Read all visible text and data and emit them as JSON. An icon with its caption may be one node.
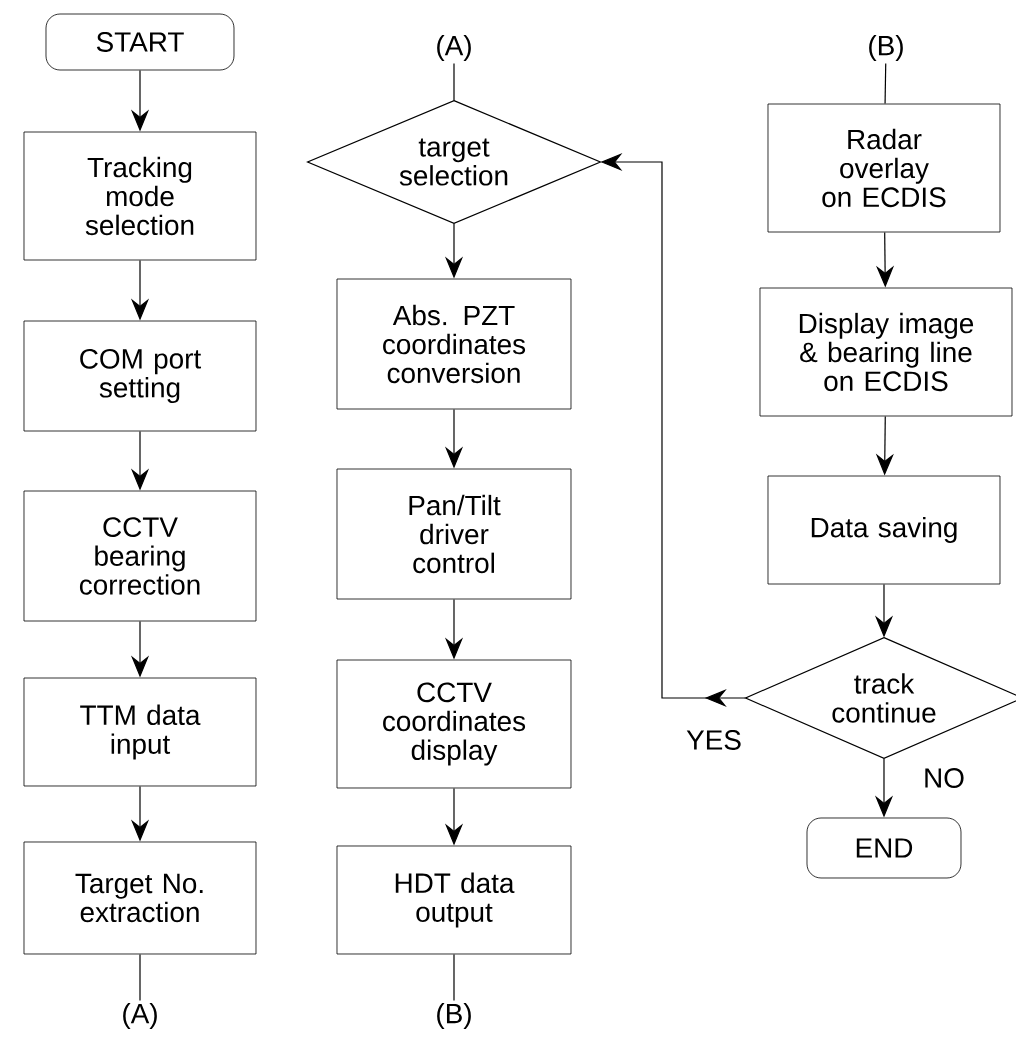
{
  "diagram": {
    "nodes": [
      {
        "text": [
          "START"
        ]
      },
      {
        "text": [
          "Tracking mode selection"
        ]
      },
      {
        "text": [
          "COM port setting"
        ]
      },
      {
        "text": [
          "CCTV bearing correction"
        ]
      },
      {
        "text": [
          "TTM data input"
        ]
      },
      {
        "text": [
          "Target No. extraction"
        ]
      },
      {
        "text": [
          "(A)"
        ]
      },
      {
        "text": [
          "(A)"
        ]
      },
      {
        "text": [
          "target selection"
        ]
      },
      {
        "text": [
          "Abs. PZT coordinates conversion"
        ]
      },
      {
        "text": [
          "Pan/Tilt driver control"
        ]
      },
      {
        "text": [
          "CCTV coordinates display"
        ]
      },
      {
        "text": [
          "HDT data output"
        ]
      },
      {
        "text": [
          "(B)"
        ]
      },
      {
        "text": [
          "(B)"
        ]
      },
      {
        "text": [
          "Radar overlay on ECDIS"
        ]
      },
      {
        "text": [
          "Display image & bearing line on ECDIS"
        ]
      },
      {
        "text": [
          "Data saving"
        ]
      },
      {
        "text": [
          "track continue"
        ]
      },
      {
        "text": [
          "END"
        ]
      }
    ],
    "edges": [
      {
        "from": 0,
        "to": 1,
        "arrow": "to"
      },
      {
        "from": 1,
        "to": 2,
        "arrow": "to"
      },
      {
        "from": 2,
        "to": 3,
        "arrow": "to"
      },
      {
        "from": 3,
        "to": 4,
        "arrow": "to"
      },
      {
        "from": 4,
        "to": 5,
        "arrow": "to"
      },
      {
        "from": 5,
        "to": 6,
        "arrow": "none"
      },
      {
        "from": 7,
        "to": 8,
        "arrow": "none"
      },
      {
        "from": 8,
        "to": 9,
        "arrow": "to"
      },
      {
        "from": 9,
        "to": 10,
        "arrow": "to"
      },
      {
        "from": 10,
        "to": 11,
        "arrow": "to"
      },
      {
        "from": 11,
        "to": 12,
        "arrow": "to"
      },
      {
        "from": 12,
        "to": 13,
        "arrow": "none"
      },
      {
        "from": 14,
        "to": 15,
        "arrow": "none"
      },
      {
        "from": 15,
        "to": 16,
        "arrow": "to"
      },
      {
        "from": 16,
        "to": 17,
        "arrow": "to"
      },
      {
        "from": 17,
        "to": 18,
        "arrow": "to"
      },
      {
        "from": 18,
        "to": 8,
        "arrow": "to",
        "label": "YES"
      },
      {
        "from": 18,
        "to": 19,
        "arrow": "to",
        "label": "NO"
      }
    ]
  }
}
